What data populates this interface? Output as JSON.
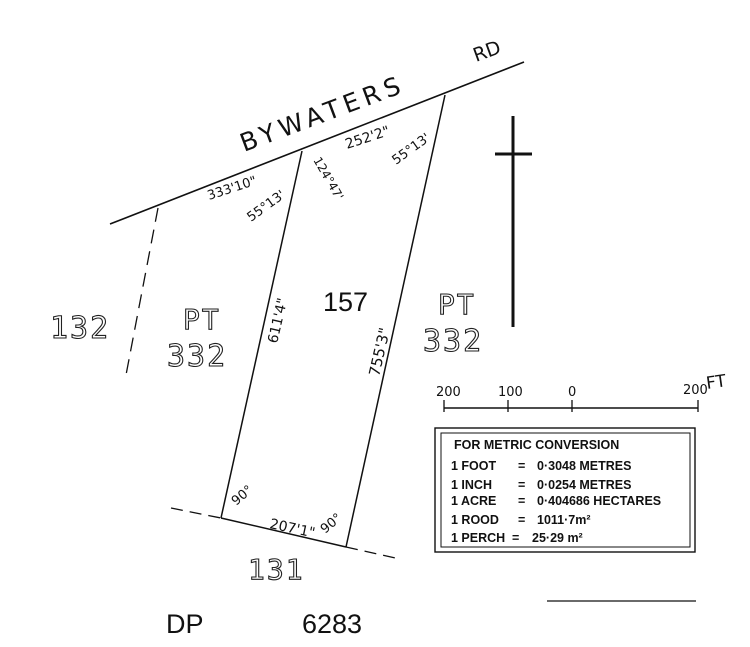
{
  "road": {
    "name": "BYWATERS",
    "suffix": "RD"
  },
  "boundaries": {
    "north_west": "333'10\"",
    "north": "252'2\"",
    "bearing_nw": "55°13'",
    "bearing_ne": "55°13'",
    "road_angle": "124°47'",
    "west": "611'4\"",
    "east": "755'3\"",
    "south": "207'1\"",
    "angle_sw": "90°",
    "angle_se": "90°"
  },
  "lots": {
    "main": "157",
    "left_pt": "PT",
    "left_num": "332",
    "right_pt": "PT",
    "right_num": "332",
    "west_neighbor": "132",
    "south_neighbor": "131"
  },
  "scale_bar": {
    "ticks": [
      "200",
      "100",
      "0",
      "200"
    ],
    "unit": "FT"
  },
  "metric_conversion": {
    "title": "FOR METRIC CONVERSION",
    "rows": [
      {
        "unit": "1 FOOT",
        "sep": "=",
        "value": "0·3048 METRES"
      },
      {
        "unit": "1 INCH",
        "sep": "=",
        "value": "0·0254 METRES"
      },
      {
        "unit": "1 ACRE",
        "sep": "=",
        "value": "0·404686 HECTARES"
      },
      {
        "unit": "1 ROOD",
        "sep": "=",
        "value": "1011·7m²"
      },
      {
        "unit": "1 PERCH",
        "sep": "=",
        "value": "25·29 m²"
      }
    ]
  },
  "plan": {
    "prefix": "DP",
    "number": "6283"
  }
}
